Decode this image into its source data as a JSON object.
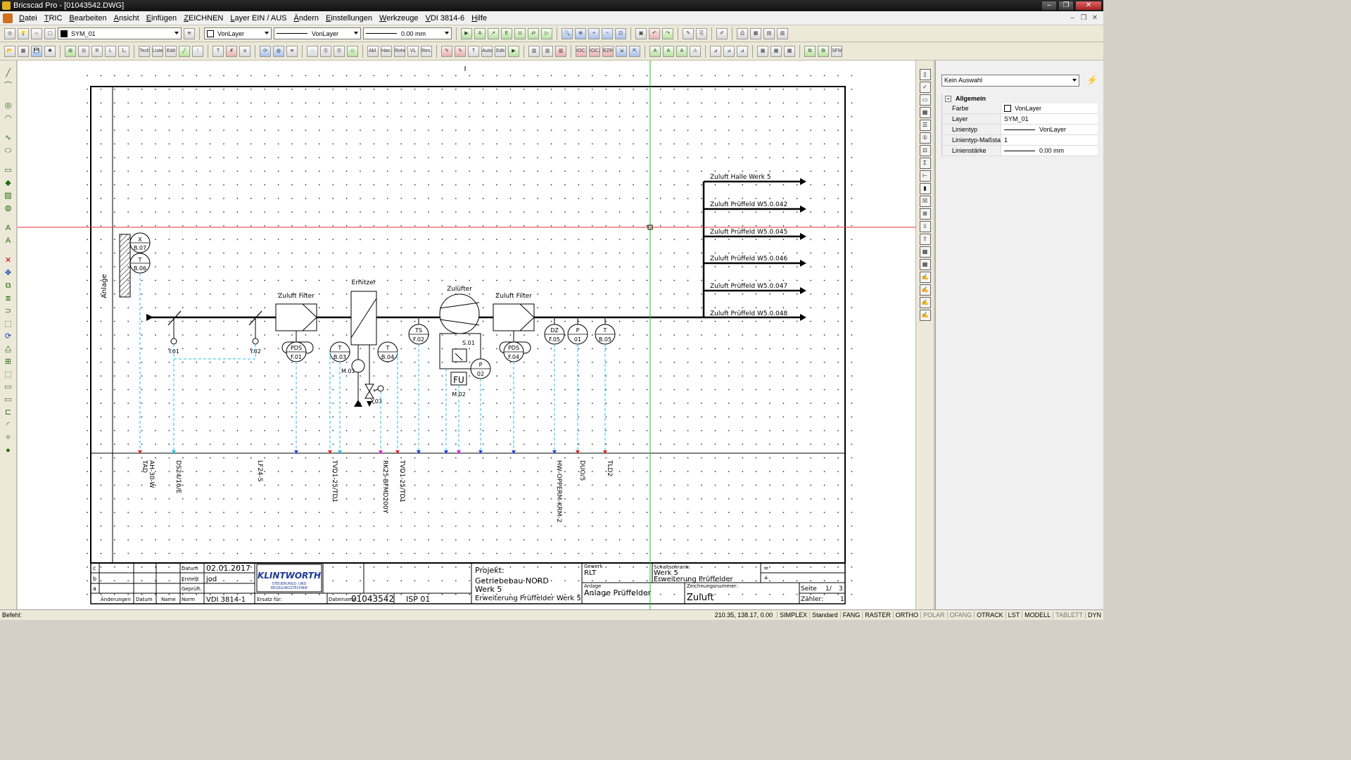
{
  "window": {
    "title": "Bricscad Pro - [01043542.DWG]",
    "minimize_icon": "minimize-icon",
    "maximize_icon": "restore-icon",
    "close_icon": "close-icon"
  },
  "menu": {
    "items": [
      "Datei",
      "TRIC",
      "Bearbeiten",
      "Ansicht",
      "Einfügen",
      "ZEICHNEN",
      "Layer EIN / AUS",
      "Ändern",
      "Einstellungen",
      "Werkzeuge",
      "VDI 3814-6",
      "Hilfe"
    ]
  },
  "toolbar1": {
    "layer": "SYM_01",
    "color": "VonLayer",
    "linetype": "VonLayer",
    "lineweight": "0.00 mm"
  },
  "toolbar2": {
    "labels": [
      "Tech Info",
      "Liste",
      "Edit",
      "Abl.",
      "Han.",
      "Rohr",
      "VL",
      "Res.",
      "Auto",
      "Edit",
      "IOC1",
      "IOC2",
      "EZR",
      "SFM"
    ]
  },
  "drawing": {
    "anlage_label": "Anlage",
    "outputs": [
      "Zuluft Halle Werk 5",
      "Zuluft Prüffeld W5.0.042",
      "Zuluft Prüffeld W5.0.045",
      "Zuluft Prüffeld W5.0.046",
      "Zuluft Prüffeld W5.0.047",
      "Zuluft Prüffeld W5.0.048"
    ],
    "components": {
      "filter1": "Zuluft Filter",
      "heater": "Erhitzer",
      "fan": "Zulüfter",
      "filter2": "Zuluft Filter"
    },
    "sensors": {
      "x_b07_top": "X",
      "x_b07_bot": "B.07",
      "t_b06_top": "T",
      "t_b06_bot": "B.06",
      "pds1_top": "PDS",
      "pds1_bot": "F.01",
      "t_b03_top": "T",
      "t_b03_bot": "B.03",
      "t_b04_top": "T",
      "t_b04_bot": "B.04",
      "ts_top": "TS",
      "ts_bot": "F.02",
      "p02_top": "P",
      "p02_bot": "02",
      "pds2_top": "PDS",
      "pds2_bot": "F.04",
      "dz_top": "DZ",
      "dz_bot": "F.05",
      "p01_top": "P",
      "p01_bot": "01",
      "t_b05_top": "T",
      "t_b05_bot": "B.05"
    },
    "labels": {
      "y01": "Y.01",
      "y02": "Y.02",
      "m01": "M.01",
      "y03": "Y.03",
      "s01": "S.01",
      "fu": "FU",
      "m02": "M.02"
    },
    "device_labels": [
      "TAD AH-30-W",
      "DS24/16/E",
      "LF24-S",
      "TVD1-25/TD1",
      "RK25-BFMD200Y",
      "TVD1-25/TD1",
      "HW-OPPERM-KRM-2",
      "DUO/5",
      "TLD2"
    ],
    "device_label_lines": {
      "tad_a": "TAD",
      "tad_b": "AH-30-W"
    },
    "title_block": {
      "datum_label": "Datum",
      "datum": "02.01.2017",
      "erstellt_label": "Erstellt",
      "erstellt": "jod",
      "geprueft_label": "Geprüft.",
      "norm_label": "Norm",
      "norm": "VDI 3814-1",
      "rev": [
        "c",
        "b",
        "a"
      ],
      "aenderungen": "Änderungen",
      "datum_col": "Datum",
      "name_col": "Name",
      "logo": "KLINTWORTH",
      "logo_sub1": "STEUERUNGS- UND",
      "logo_sub2": "REGELUNGSTECHNIK",
      "ersatz_fuer": "Ersatz für:",
      "dateiname_label": "Dateiname:",
      "dateiname": "01043542",
      "isp": "ISP 01",
      "projekt_label": "Projekt:",
      "projekt_l1": "Getriebebau NORD",
      "projekt_l2": "Werk 5",
      "projekt_l3": "Erweiterung Prüffelder Werk 5",
      "gewerk_label": "Gewerk",
      "gewerk": "RLT",
      "anlage_label": "Anlage",
      "anlage": "Anlage Prüffelder",
      "schaltschrank_label": "Schaltschrank:",
      "schaltschrank_l1": "Werk 5",
      "schaltschrank_l2": "Erweiterung Prüffelder",
      "zeichnungsnummer_label": "Zeichnungsnummer:",
      "zeichnungsnummer": "Zuluft",
      "seite_label": "Seite",
      "seite": "1/",
      "seite_total": "3",
      "zaehler_label": "Zähler:",
      "zaehler": "1",
      "eq": "=",
      "plus": "+"
    },
    "cursor_mark": "I"
  },
  "properties": {
    "selection": "Kein Auswahl",
    "category": "Allgemein",
    "rows": [
      {
        "name": "Farbe",
        "value": "VonLayer"
      },
      {
        "name": "Layer",
        "value": "SYM_01"
      },
      {
        "name": "Linientyp",
        "value": "VonLayer"
      },
      {
        "name": "Linientyp-Maßsta",
        "value": "1"
      },
      {
        "name": "Linienstärke",
        "value": "0.00 mm"
      }
    ]
  },
  "status": {
    "command": "Befehl:",
    "coords": "210.35, 138.17, 0.00",
    "style": "SIMPLEX",
    "dimstyle": "Standard",
    "toggles": [
      "FANG",
      "RASTER",
      "ORTHO",
      "POLAR",
      "OFANG",
      "OTRACK",
      "LST",
      "MODELL",
      "TABLETT",
      "DYN"
    ],
    "toggles_off": [
      "POLAR",
      "OFANG",
      "TABLETT"
    ]
  },
  "colors": {
    "crosshair_h": "#e03030",
    "crosshair_v": "#20c020",
    "dashed": "#20c0e0",
    "marker_red": "#e02020",
    "marker_blue": "#2040e0",
    "marker_magenta": "#e020e0"
  }
}
